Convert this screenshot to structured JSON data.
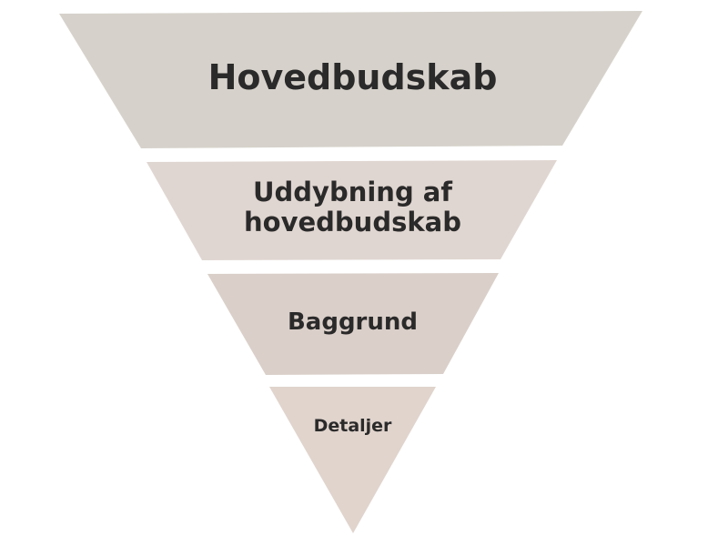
{
  "pyramid": {
    "levels": [
      {
        "label": "Hovedbudskab",
        "color": "#d6d2cb"
      },
      {
        "label": "Uddybning af hovedbudskab",
        "color": "#e0d6d1"
      },
      {
        "label": "Baggrund",
        "color": "#dacfc9"
      },
      {
        "label": "Detaljer",
        "color": "#e0d4cd"
      }
    ]
  }
}
